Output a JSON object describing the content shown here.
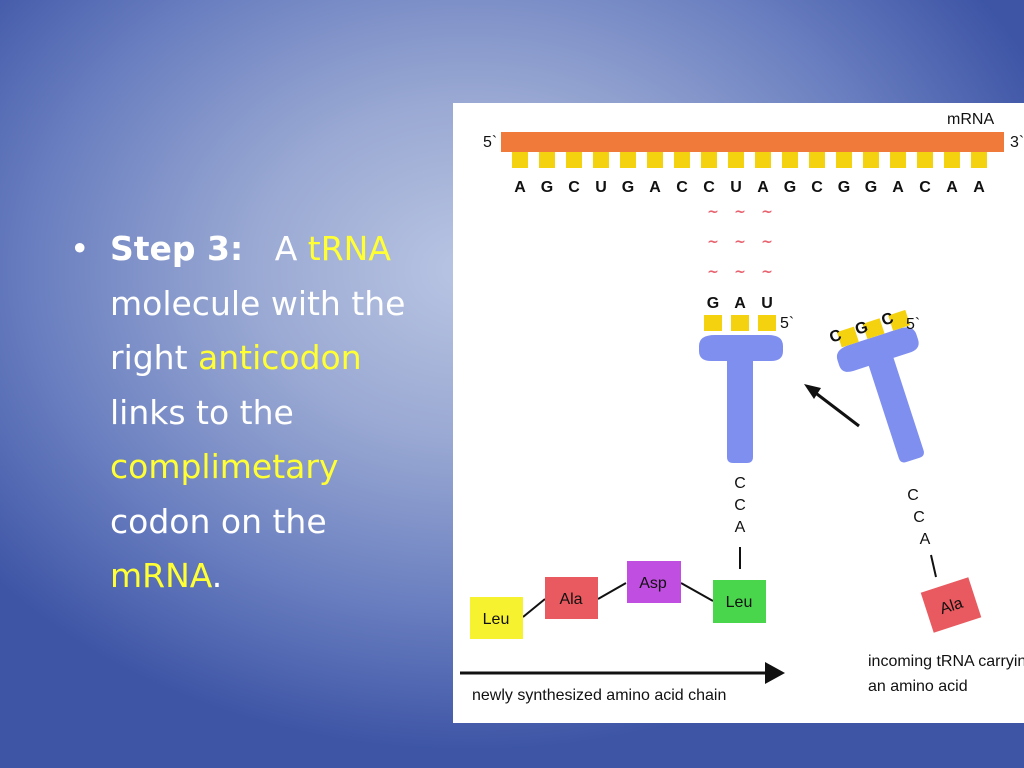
{
  "slide": {
    "bullet": "•",
    "step_label": "Step 3:",
    "line1_a": "A ",
    "line1_b": "tRNA",
    "line2": "molecule with the",
    "line3_a": "right ",
    "line3_b": "anticodon",
    "line4": "links to the",
    "line5": "complimetary",
    "line6": "codon on the",
    "line7_a": "mRNA",
    "line7_b": "."
  },
  "diagram": {
    "mrna_label": "mRNA",
    "five_prime": "5`",
    "three_prime": "3`",
    "mrna_bases": [
      "A",
      "G",
      "C",
      "U",
      "G",
      "A",
      "C",
      "C",
      "U",
      "A",
      "G",
      "C",
      "G",
      "G",
      "A",
      "C",
      "A",
      "A"
    ],
    "pairing_mark": "~",
    "anticodon_bound": [
      "G",
      "A",
      "U"
    ],
    "anticodon_bound_five_prime": "5`",
    "anticodon_incoming": [
      "C",
      "G",
      "C"
    ],
    "anticodon_incoming_five_prime": "5`",
    "tail_bound": [
      "C",
      "C",
      "A"
    ],
    "tail_incoming": [
      "C",
      "C",
      "A"
    ],
    "chain": [
      "Leu",
      "Ala",
      "Asp",
      "Leu"
    ],
    "incoming_amino_acid": "Ala",
    "chain_caption": "newly synthesized amino acid chain",
    "incoming_caption_1": "incoming tRNA carrying",
    "incoming_caption_2": "an amino acid",
    "colors": {
      "mrna_strand": "#f07a3a",
      "base_tab": "#f5d20f",
      "trna": "#7f8ff0",
      "pairing": "#e8636f",
      "leu_1": "#f7f230",
      "ala": "#e85a5f",
      "asp": "#c04ee0",
      "leu_2": "#4ad64c"
    }
  }
}
